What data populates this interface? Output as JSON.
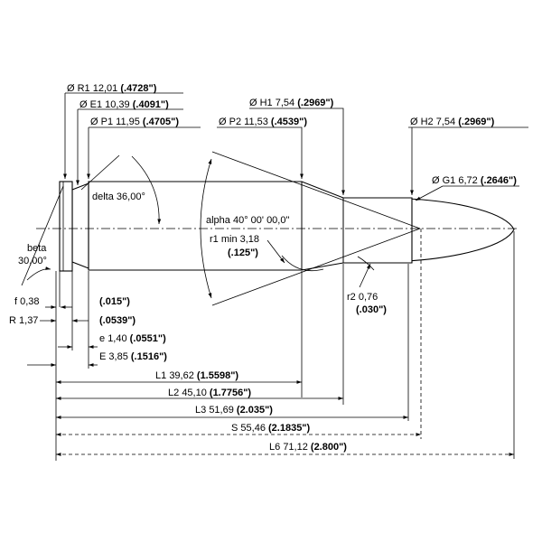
{
  "labels": {
    "R1": {
      "name": "Ø R1",
      "mm": "12,01",
      "inch": "(.4728\")"
    },
    "E1": {
      "name": "Ø E1",
      "mm": "10,39",
      "inch": "(.4091\")"
    },
    "P1": {
      "name": "Ø P1",
      "mm": "11,95",
      "inch": "(.4705\")"
    },
    "P2": {
      "name": "Ø P2",
      "mm": "11,53",
      "inch": "(.4539\")"
    },
    "H1": {
      "name": "Ø H1",
      "mm": "7,54",
      "inch": "(.2969\")"
    },
    "H2": {
      "name": "Ø H2",
      "mm": "7,54",
      "inch": "(.2969\")"
    },
    "G1": {
      "name": "Ø G1",
      "mm": "6,72",
      "inch": "(.2646\")"
    },
    "delta": {
      "name": "delta",
      "value": "36,00°"
    },
    "alpha": {
      "name": "alpha",
      "value": "40° 00' 00,0\""
    },
    "r1": {
      "name": "r1 min",
      "mm": "3,18",
      "inch": "(.125\")"
    },
    "r2": {
      "name": "r2",
      "mm": "0,76",
      "inch": "(.030\")"
    },
    "beta": {
      "name": "beta",
      "value": "30,00°"
    },
    "f": {
      "name": "f",
      "mm": "0,38",
      "inch": "(.015\")"
    },
    "R": {
      "name": "R",
      "mm": "1,37",
      "inch": "(.0539\")"
    },
    "e": {
      "name": "e",
      "mm": "1,40",
      "inch": "(.0551\")"
    },
    "E": {
      "name": "E",
      "mm": "3,85",
      "inch": "(.1516\")"
    },
    "L1": {
      "name": "L1",
      "mm": "39,62",
      "inch": "(1.5598\")"
    },
    "L2": {
      "name": "L2",
      "mm": "45,10",
      "inch": "(1.7756\")"
    },
    "L3": {
      "name": "L3",
      "mm": "51,69",
      "inch": "(2.035\")"
    },
    "S": {
      "name": "S",
      "mm": "55,46",
      "inch": "(2.1835\")"
    },
    "L6": {
      "name": "L6",
      "mm": "71,12",
      "inch": "(2.800\")"
    }
  }
}
